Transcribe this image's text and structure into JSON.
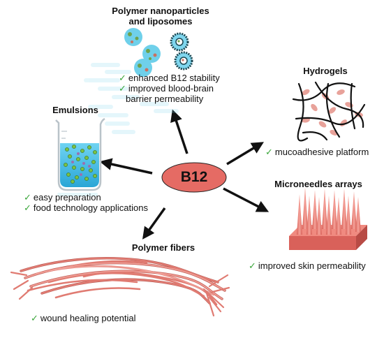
{
  "center": {
    "label": "B12",
    "fill": "#e56b64"
  },
  "nodes": {
    "nanoparticles": {
      "title_line1": "Polymer nanoparticles",
      "title_line2": "and liposomes",
      "benefits": [
        "enhanced B12 stability",
        "improved blood-brain",
        "barrier permeability"
      ]
    },
    "hydrogels": {
      "title": "Hydrogels",
      "benefits": [
        "mucoadhesive platform"
      ]
    },
    "emulsions": {
      "title": "Emulsions",
      "benefits": [
        "easy preparation",
        "food technology applications"
      ]
    },
    "microneedles": {
      "title": "Microneedles arrays",
      "benefits": [
        "improved skin permeability"
      ]
    },
    "fibers": {
      "title": "Polymer fibers",
      "benefits": [
        "wound healing potential"
      ]
    }
  },
  "colors": {
    "check": "#3aa63a",
    "nanoparticle": "#6fd0ea",
    "liposome": "#7fd6ee",
    "hydrogel_dot": "#e8a29a",
    "emulsion_liquid": "#4cc4ec",
    "microneedle": "#f08a80",
    "fiber": "#e07b72"
  },
  "icons": {
    "check": "check-mark-icon",
    "arrow": "arrow-icon"
  }
}
